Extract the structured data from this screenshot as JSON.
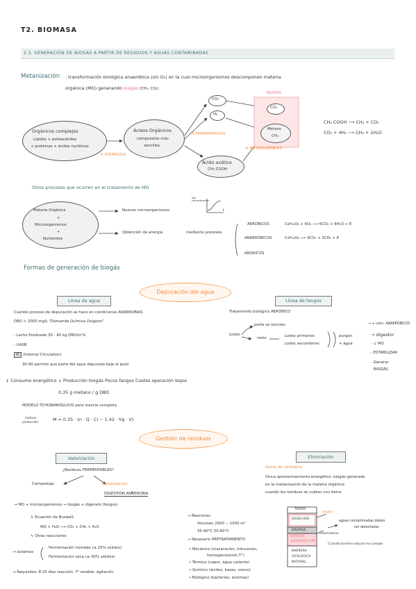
{
  "page": {
    "title": "T2. BIOMASA",
    "section_title": "2.3. GENERACIÓN DE BIOGÁS A PARTIR DE RESIDUOS Y AGUAS CONTAMINADAS"
  },
  "metanizacion": {
    "heading": "Metanización",
    "def_line1": ": transformación biológica anaeróbica (sin O₂) en la cual microorganismos descomponen materia",
    "def_line2_a": "orgánica (MO) generando",
    "def_line2_b": "biogás",
    "def_line2_c": "(CH₄, CO₂)",
    "organicos_1": "Orgánicos complejos",
    "organicos_2": "Lípidos + polisacáridos",
    "organicos_3": "+ proteínas + ácidos nucléicos",
    "acidos_1": "Ácidos Orgánicos",
    "acidos_2": "compuestos más",
    "acidos_3": "sencillos",
    "hidrolisis": "① HIDRÓLISIS",
    "fermentacion": "② FERMENTACIÓN",
    "metanogenesis": "③ METANOGÉNESIS",
    "co2": "CO₂",
    "h2": "H₂",
    "acido_acetico_1": "Ácido acético",
    "acido_acetico_2": "CH₃ COOH",
    "biogas_label": "BIOGÁS",
    "biogas_co2": "CO₂",
    "metano_1": "Metano",
    "metano_2": "CH₄",
    "reaction1": "CH₃ COOH ⟶ CH₄ + CO₂",
    "reaction2": "CO₂ + 4H₂ ⟶ CH₄ + 2H₂O"
  },
  "otros": {
    "heading": "Otros procesos que ocurren en el tratamiento de MO",
    "materia_1": "Materia Orgánica",
    "materia_2": "+",
    "materia_3": "Microorganismos",
    "materia_4": "+",
    "materia_5": "Nutrientes",
    "nuevos": "Nuevos microorganismos",
    "graph_y": "log concentración",
    "graph_t": "t",
    "obtencion": "Obtención de energía",
    "mediante": "mediante procesos",
    "aerobicos": "AERÓBICOS",
    "aerobicos_eq": "C₆H₁₂O₆ + 6O₂ ⟶ 6CO₂ + 6H₂O + E",
    "anaerobicos": "ANAERÓBICOS",
    "anaerobicos_eq": "C₆H₁₂O₆ ⟶ 3CO₂ + 3CH₄ + E",
    "anoxicos": "ANÓXICOS"
  },
  "formas": {
    "heading": "Formas de generación de biogás",
    "depuracion": "Depuración del agua",
    "linea_agua": "Línea de agua",
    "linea_fangos": "Línea de fangos",
    "agua_1": "Cuando proceso de depuración se hace en condiciones ANAEROBIAS",
    "agua_2": "DBO > 2000 mg/L \"Demanda Química Oxígeno\"",
    "agua_3": "- Lecho fluidizado 30 - 40 kg DBO/m³d",
    "agua_4": "- UASB",
    "agua_5_box": "IC",
    "agua_5": "(Internal Circulation)",
    "agua_6": "30-40 permite que parte del agua depurada baje al pozo",
    "fangos_1": "Tratamiento biológico AERÓBICO",
    "lodos": "Lodos",
    "parte_recicla": "parte se reciclan",
    "resto": "resto",
    "lodos_primarios": "Lodos primarios",
    "lodos_secundarios": "Lodos secundarios",
    "purgan": "purgan",
    "purgan_2": "+ agua",
    "out_1": "→ + conc. ANAERÓBICOS",
    "out_2": "→ digestor",
    "out_3": "- ↓ MO",
    "out_4": "- ESTABILIZAR",
    "out_5": "- Generar",
    "out_6": "BIOGÁS",
    "consumo": "↓ Consumo energético  ↓ Producción biogás  Pocos fangos  Costes operación bajos",
    "metano_ratio": "0,35 g metano / g DBO",
    "modelo": "MODELO TCHOBANOGLOUS para mezcla completa",
    "metano_prod_1": "metano",
    "metano_prod_2": "producción",
    "formula": "M = 0.35 · (n · Q · Ci − 1.42 · Vg · V)"
  },
  "gestion": {
    "heading": "Gestión de residuos",
    "valorizacion": "Valorización",
    "eliminacion": "Eliminación",
    "fermentables": "¿Residuos FERMENTABLES?",
    "compostaje": "Compostaje",
    "metanizacion": "Metanización",
    "digestion": "DIGESTIÓN ANAEROBIA",
    "mo_line": "→ MO + microorganismos → biogás + digerato (fangos)",
    "buswell": "↳ Ecuación de Buswell:",
    "buswell_eq": "MO + H₂O ⟶ CO₂ + CH₄ + H₂S",
    "otras": "↳ Otras reacciones",
    "sistemas": "→ sistemas",
    "humeda": "Fermentación húmeda (≤ 20% sólidos)",
    "seca": "Fermentación seca (≤ 40% sólidos)",
    "requisitos": "→ Requisitos: 8-25 días reacción, T² estable, agitación",
    "reactores": "→ Reactores",
    "volumen": "Volumen 2500 − 1000 m³",
    "temps": "35-40°C  55-60°C",
    "pretratamiento": "→ Necesario PRETRATAMIENTO",
    "mecanico_1": "• Mecánico (maceración, trituración,",
    "mecanico_2": "homogenización T°)",
    "termico": "• Térmico (vapor, agua caliente)",
    "quimico": "• Químico (ácidos, bases, ozono)",
    "biologico": "• Biológico (bacterias, enzimas)",
    "gases_vertedero": "Gases de vertedero",
    "vert_1": "Único aprovechamiento energético: biogás generado",
    "vert_2": "en la metanización de la materia orgánica",
    "vert_3": "cuando los residuos se cubren con tierra",
    "tierra": "TIERRA",
    "desechos": "DESECHOS",
    "biogas_tag": "biogás",
    "drenaje": "DRENAJE",
    "barrera_1": "BARRERA",
    "barrera_2": "GEOLÓGICA ART.",
    "rezumen": "rezumideros",
    "barrera_nat_1": "BARRERA",
    "barrera_nat_2": "GEOLÓGICA",
    "barrera_nat_3": "NATURAL",
    "aguas_1": "aguas contaminadas deben",
    "aguas_2": "ser detectadas",
    "barrera_nat_note": "Cuando barrera natural no cumple"
  }
}
